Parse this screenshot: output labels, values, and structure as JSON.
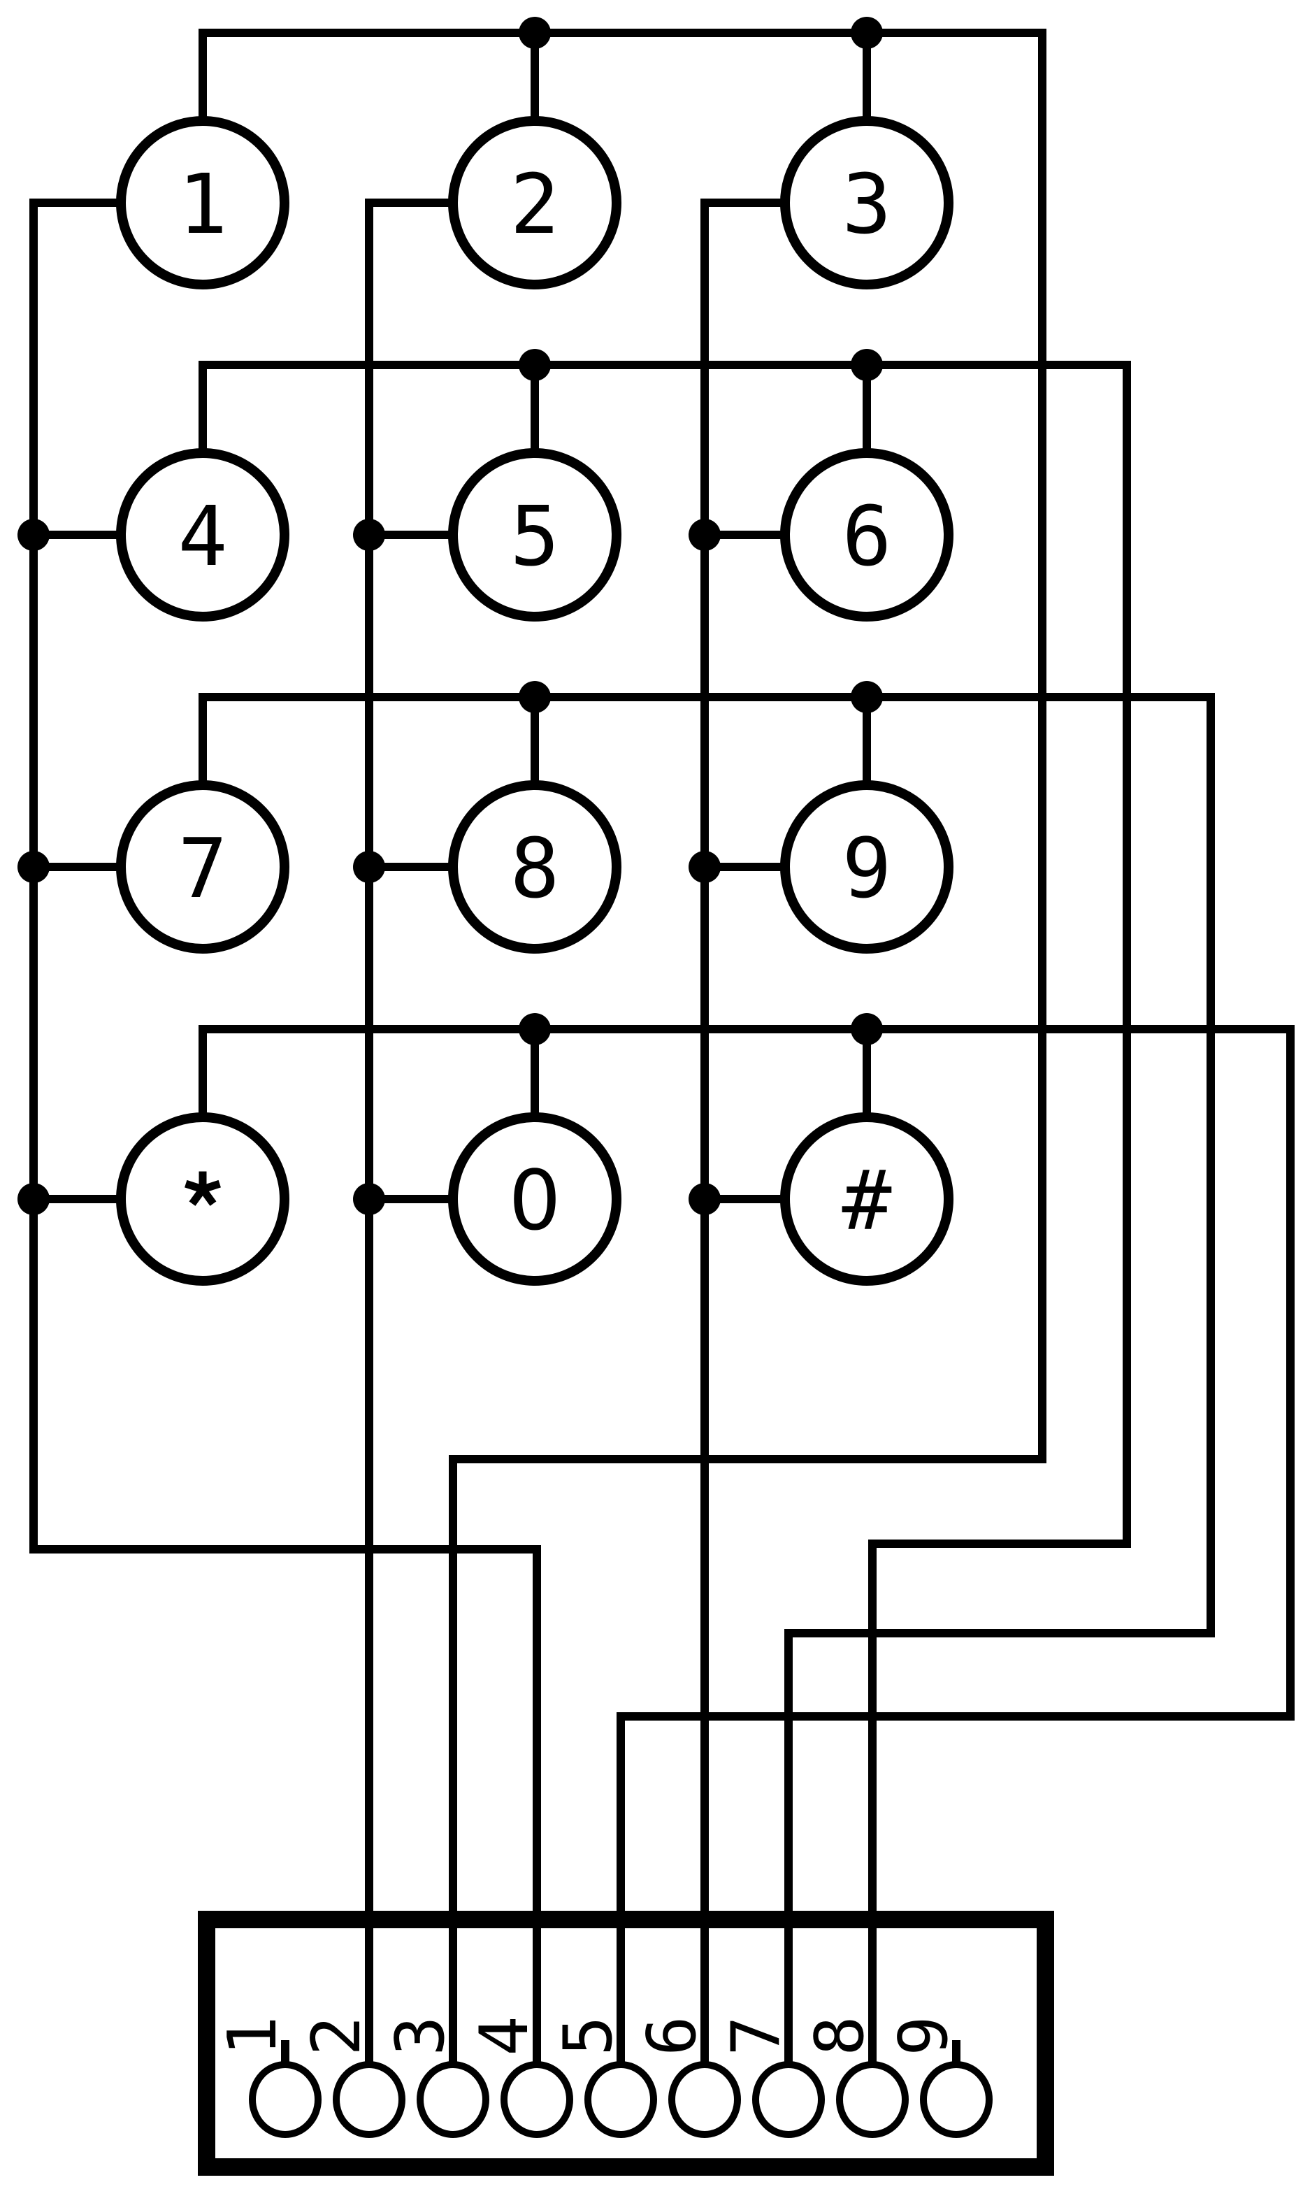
{
  "colors": {
    "ink": "#000000",
    "background": "#ffffff"
  },
  "keypad": {
    "rows": 4,
    "cols": 3,
    "keys": [
      {
        "label": "1"
      },
      {
        "label": "2"
      },
      {
        "label": "3"
      },
      {
        "label": "4"
      },
      {
        "label": "5"
      },
      {
        "label": "6"
      },
      {
        "label": "7"
      },
      {
        "label": "8"
      },
      {
        "label": "9"
      },
      {
        "label": "*"
      },
      {
        "label": "0"
      },
      {
        "label": "#"
      }
    ]
  },
  "connector": {
    "pins": [
      {
        "label": "1",
        "connected_to": null
      },
      {
        "label": "2",
        "connected_to": "column-2"
      },
      {
        "label": "3",
        "connected_to": "row-1"
      },
      {
        "label": "4",
        "connected_to": "column-1"
      },
      {
        "label": "5",
        "connected_to": "row-4"
      },
      {
        "label": "6",
        "connected_to": "column-3"
      },
      {
        "label": "7",
        "connected_to": "row-3"
      },
      {
        "label": "8",
        "connected_to": "row-2"
      },
      {
        "label": "9",
        "connected_to": null
      }
    ]
  },
  "wiring": {
    "row_buses": [
      {
        "name": "row-1",
        "keys": [
          "1",
          "2",
          "3"
        ],
        "pin": "3"
      },
      {
        "name": "row-2",
        "keys": [
          "4",
          "5",
          "6"
        ],
        "pin": "8"
      },
      {
        "name": "row-3",
        "keys": [
          "7",
          "8",
          "9"
        ],
        "pin": "7"
      },
      {
        "name": "row-4",
        "keys": [
          "*",
          "0",
          "#"
        ],
        "pin": "5"
      }
    ],
    "column_buses": [
      {
        "name": "column-1",
        "keys": [
          "1",
          "4",
          "7",
          "*"
        ],
        "pin": "4"
      },
      {
        "name": "column-2",
        "keys": [
          "2",
          "5",
          "8",
          "0"
        ],
        "pin": "2"
      },
      {
        "name": "column-3",
        "keys": [
          "3",
          "6",
          "9",
          "#"
        ],
        "pin": "6"
      }
    ]
  }
}
